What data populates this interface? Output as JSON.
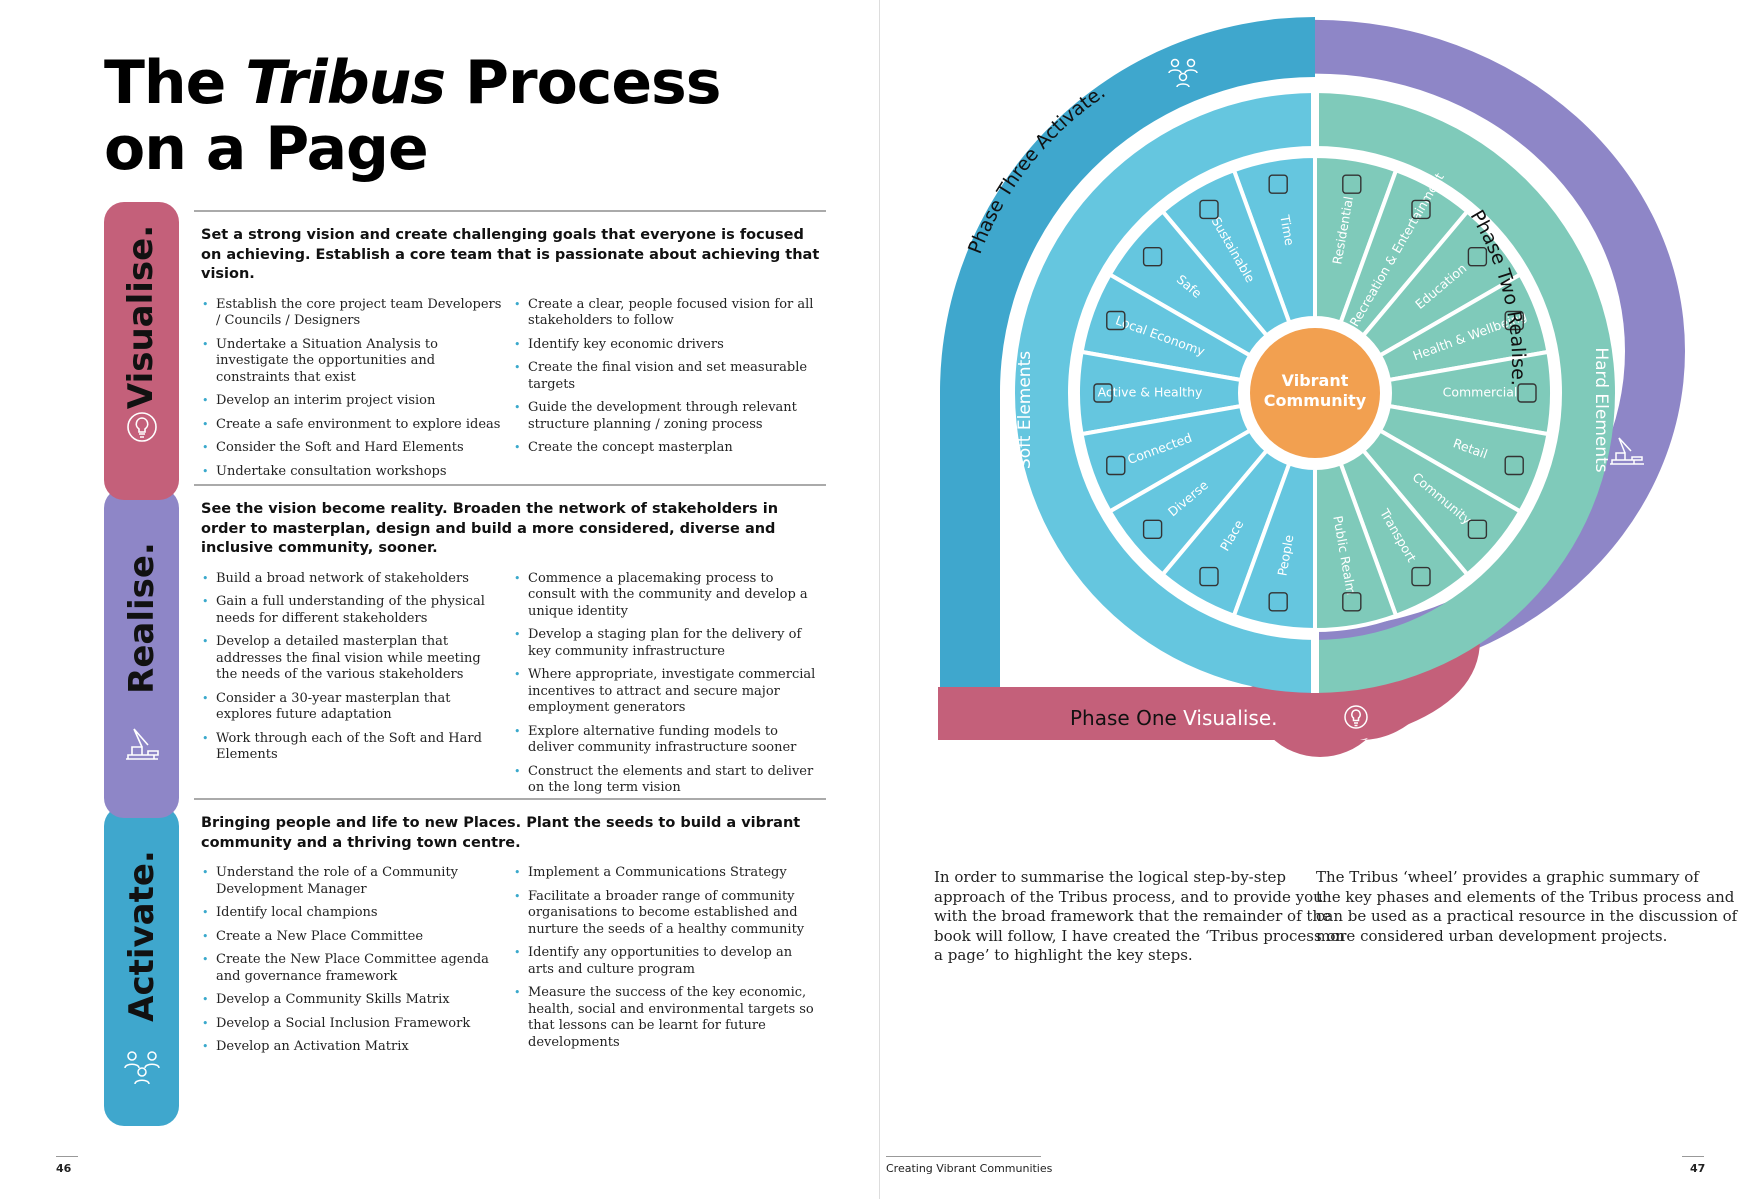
{
  "title": {
    "line1_a": "The ",
    "line1_italic": "Tribus",
    "line1_b": " Process",
    "line2": "on a Page"
  },
  "colors": {
    "visualise": "#c4607a",
    "realise": "#8e86c7",
    "activate": "#3fa7cd",
    "soft": "#65c6df",
    "hard": "#7fcaba",
    "center": "#f2a050"
  },
  "tabs": [
    {
      "label": "Visualise.",
      "icon": "lightbulb-icon"
    },
    {
      "label": "Realise.",
      "icon": "crane-icon"
    },
    {
      "label": "Activate.",
      "icon": "people-icon"
    }
  ],
  "sections": [
    {
      "lead": "Set a strong vision and create challenging goals that everyone is focused on achieving. Establish a core team that is passionate about achieving that vision.",
      "left": [
        "Establish the core project team Developers / Councils / Designers",
        "Undertake a Situation Analysis to investigate the opportunities and constraints that exist",
        "Develop an interim project vision",
        "Create a safe environment to explore ideas",
        "Consider the Soft and Hard Elements",
        "Undertake consultation workshops"
      ],
      "right": [
        "Create a clear, people focused vision for all stakeholders to follow",
        "Identify key economic drivers",
        "Create the final vision and set measurable targets",
        "Guide the development through relevant structure planning / zoning process",
        "Create the concept masterplan"
      ]
    },
    {
      "lead": "See the vision become reality. Broaden the network of stakeholders in order to masterplan, design and build a more considered, diverse and inclusive community, sooner.",
      "left": [
        "Build a broad network of stakeholders",
        "Gain a full understanding of the physical needs for different stakeholders",
        "Develop a detailed masterplan that addresses the final vision while meeting the needs of the various stakeholders",
        "Consider a 30-year masterplan that explores future adaptation",
        "Work through each of the Soft and Hard Elements"
      ],
      "right": [
        "Commence a placemaking process to consult with the community and develop a unique identity",
        "Develop a staging plan for the delivery of key community infrastructure",
        "Where appropriate, investigate commercial incentives to attract and secure major employment generators",
        "Explore alternative funding models to deliver community infrastructure sooner",
        "Construct the elements and start to deliver on the long term vision"
      ]
    },
    {
      "lead": "Bringing people and life to new Places. Plant the seeds to build a vibrant community and a thriving town centre.",
      "left": [
        "Understand the role of a Community Development Manager",
        "Identify local champions",
        "Create a New Place Committee",
        "Create the New Place Committee agenda and governance framework",
        "Develop a Community Skills Matrix",
        "Develop a Social Inclusion Framework",
        "Develop an Activation Matrix"
      ],
      "right": [
        "Implement a Communications Strategy",
        "Facilitate a broader range of community organisations to become established and nurture the seeds of a healthy community",
        "Identify any opportunities to develop an arts and culture program",
        "Measure the success of the key economic, health, social and environmental targets so that lessons can be learnt for future developments"
      ]
    }
  ],
  "wheel": {
    "center_line1": "Vibrant",
    "center_line2": "Community",
    "soft_label": "Soft Elements",
    "hard_label": "Hard Elements",
    "phase_three": "Phase Three Activate.",
    "phase_two": "Phase Two Realise.",
    "phase_one_a": "Phase One ",
    "phase_one_b": "Visualise.",
    "soft": [
      "Time",
      "Sustainable",
      "Safe",
      "Local Economy",
      "Active & Healthy",
      "Connected",
      "Diverse",
      "Place",
      "People"
    ],
    "hard": [
      "Residential",
      "Recreation & Entertainment",
      "Education",
      "Health & Wellbeing",
      "Commercial",
      "Retail",
      "Community",
      "Transport",
      "Public Realm"
    ]
  },
  "para_left": [
    "In order to summarise the logical step-by-step",
    "approach of the Tribus process, and to provide you",
    "with the broad framework that the remainder of the",
    "book will follow, I have created the ‘Tribus process on",
    "a page’ to highlight the key steps."
  ],
  "para_right": [
    "The Tribus ‘wheel’ provides a graphic summary of",
    "the key phases and elements of the Tribus process and",
    "can be used as a practical resource in the discussion of",
    "more considered urban development projects."
  ],
  "footer": {
    "left_page": "46",
    "right_page": "47",
    "running_title": "Creating Vibrant Communities"
  }
}
